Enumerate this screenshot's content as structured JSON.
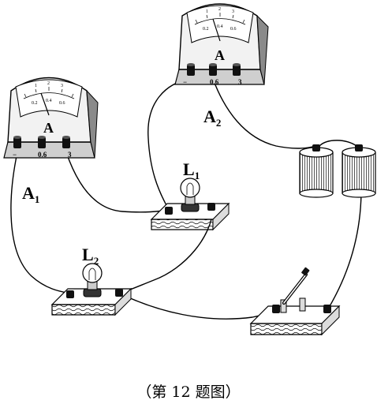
{
  "caption": "（第 12 题图）",
  "ammeters": [
    {
      "label": "A",
      "subscript": "1",
      "face_symbol": "A",
      "terminals": [
        "−",
        "0.6",
        "3"
      ],
      "scale_marks": [
        "1",
        "2",
        "3",
        "0.2",
        "0.4",
        "0.6"
      ]
    },
    {
      "label": "A",
      "subscript": "2",
      "face_symbol": "A",
      "terminals": [
        "−",
        "0.6",
        "3"
      ],
      "scale_marks": [
        "1",
        "2",
        "3",
        "0.2",
        "0.4",
        "0.6"
      ]
    }
  ],
  "lamps": [
    {
      "label": "L",
      "subscript": "1"
    },
    {
      "label": "L",
      "subscript": "2"
    }
  ]
}
